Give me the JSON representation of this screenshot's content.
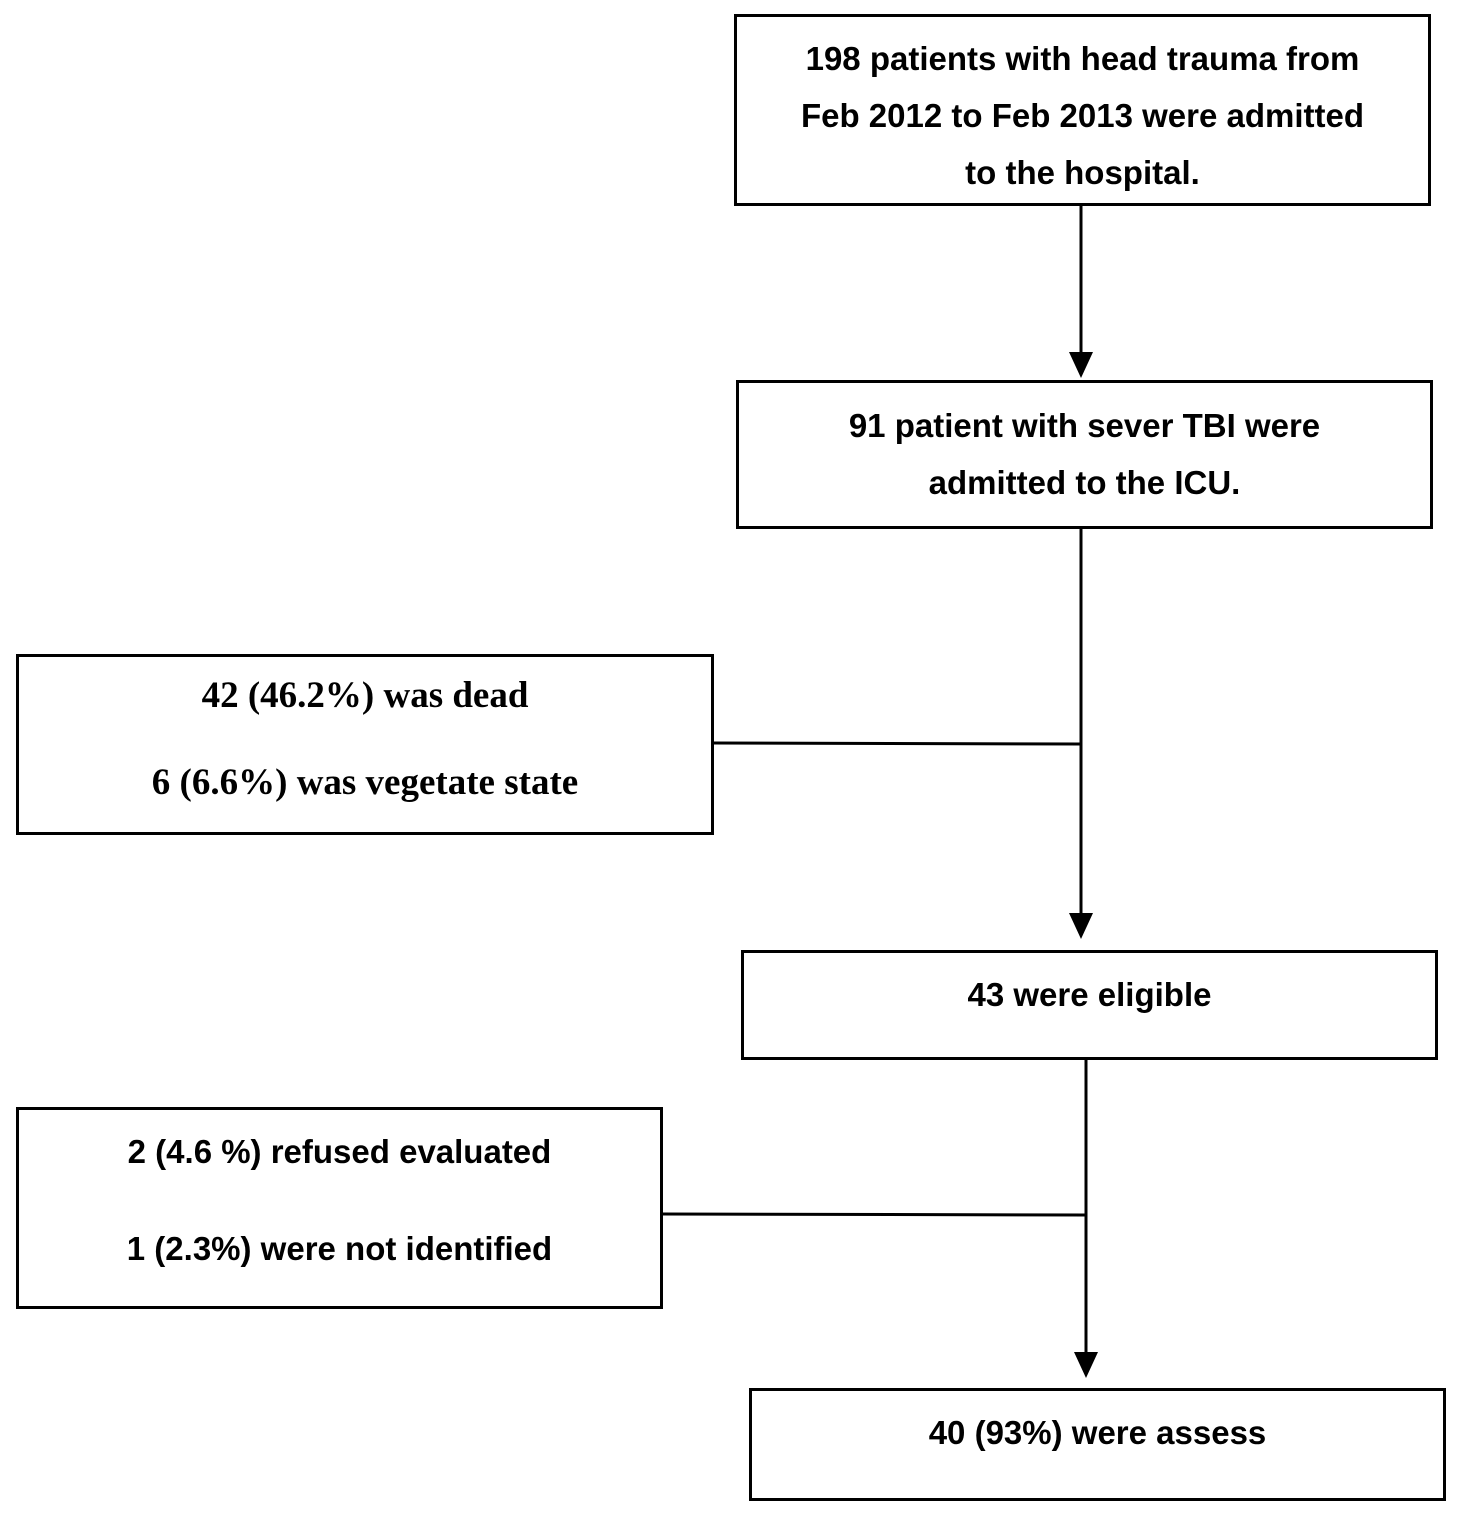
{
  "flowchart": {
    "box_admitted_hospital": {
      "lines": [
        "198 patients with head trauma from",
        "Feb 2012 to Feb 2013 were admitted",
        "to the hospital."
      ]
    },
    "box_admitted_icu": {
      "lines": [
        "91 patient with sever TBI were",
        "admitted to the ICU."
      ]
    },
    "box_excluded_first": {
      "lines": [
        "42 (46.2%) was dead",
        "6 (6.6%) was vegetate state"
      ]
    },
    "box_eligible": {
      "lines": [
        "43 were eligible"
      ]
    },
    "box_excluded_second": {
      "lines": [
        "2 (4.6 %) refused evaluated",
        "1 (2.3%) were not identified"
      ]
    },
    "box_assessed": {
      "lines": [
        "40 (93%) were assess"
      ]
    }
  }
}
